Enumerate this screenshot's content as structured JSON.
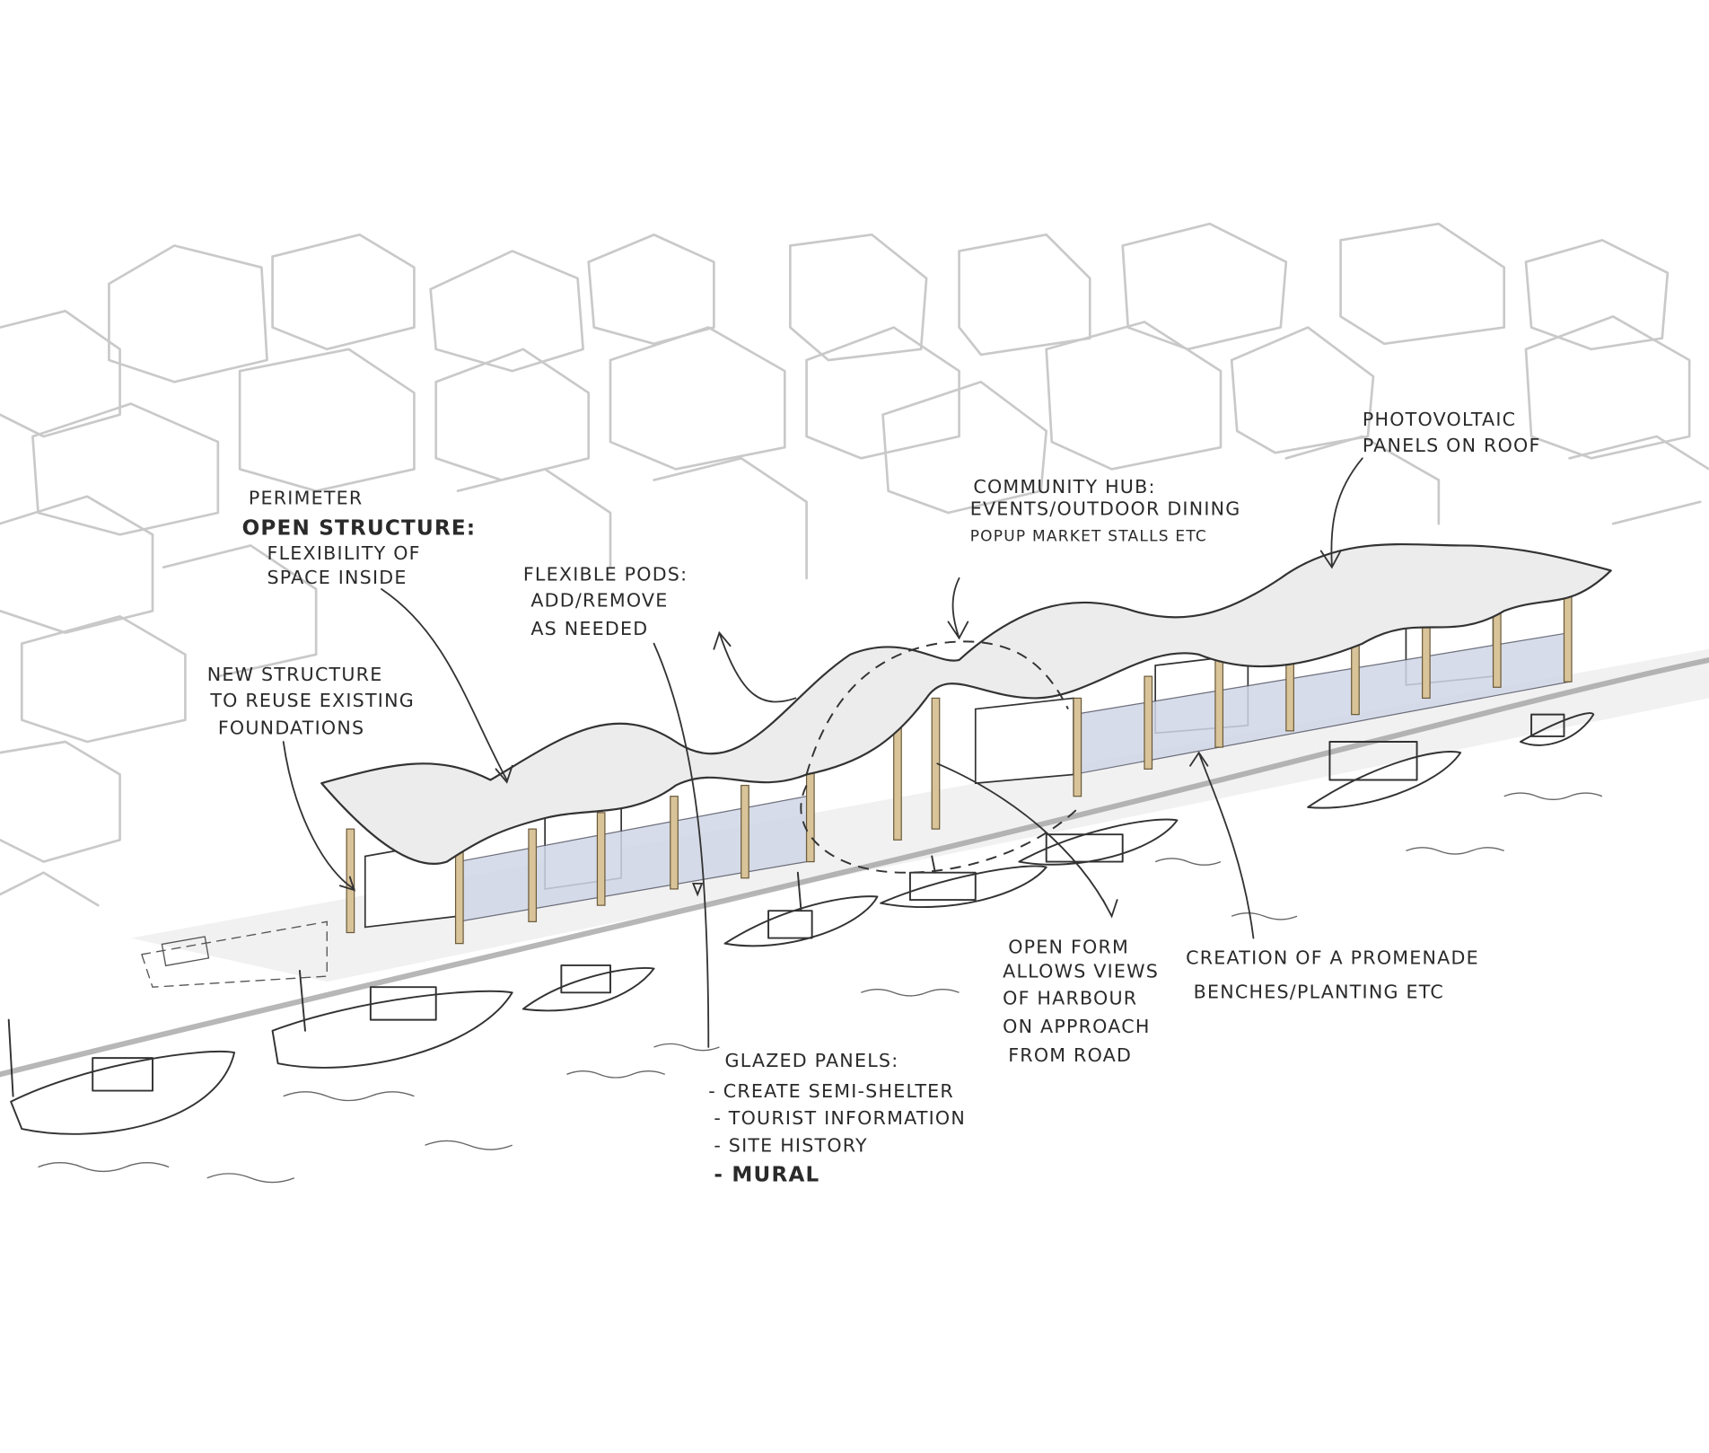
{
  "annotations": {
    "perimeter": {
      "line1": "PERIMETER",
      "line2": "OPEN STRUCTURE:",
      "line3": "FLEXIBILITY OF",
      "line4": "SPACE INSIDE"
    },
    "new_structure": {
      "line1": "NEW STRUCTURE",
      "line2": "TO REUSE EXISTING",
      "line3": "FOUNDATIONS"
    },
    "flexible_pods": {
      "line1": "FLEXIBLE PODS:",
      "line2": "ADD/REMOVE",
      "line3": "AS NEEDED"
    },
    "community_hub": {
      "line1": "COMMUNITY HUB:",
      "line2": "EVENTS/OUTDOOR DINING",
      "line3": "POPUP MARKET STALLS ETC"
    },
    "photovoltaic": {
      "line1": "PHOTOVOLTAIC",
      "line2": "PANELS ON ROOF"
    },
    "open_form": {
      "line1": "OPEN FORM",
      "line2": "ALLOWS VIEWS",
      "line3": "OF HARBOUR",
      "line4": "ON APPROACH",
      "line5": "FROM ROAD"
    },
    "promenade": {
      "line1": "CREATION OF A PROMENADE",
      "line2": "BENCHES/PLANTING ETC"
    },
    "glazed_panels": {
      "line1": "GLAZED PANELS:",
      "line2": "- CREATE SEMI-SHELTER",
      "line3": "- TOURIST INFORMATION",
      "line4": "- SITE HISTORY",
      "line5": "- MURAL"
    }
  },
  "colors": {
    "ink": "#333333",
    "background_buildings": "#c9c9c9",
    "roof": "#ececec",
    "timber_columns": "#d9c49a",
    "glazing": "#cfd7e6"
  }
}
